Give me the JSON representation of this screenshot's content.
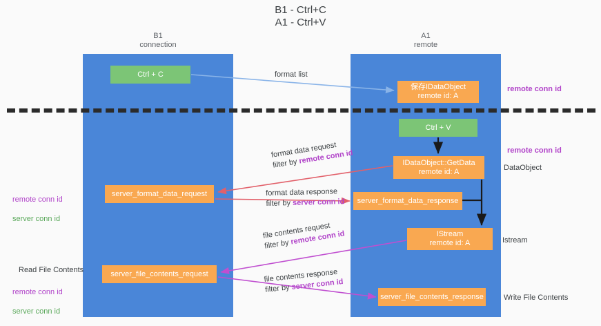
{
  "diagram": {
    "title": "B1 - Ctrl+C\nA1 - Ctrl+V",
    "lanes": [
      {
        "id": "b1",
        "header": "B1\nconnection",
        "color": "#4a86d8"
      },
      {
        "id": "a1",
        "header": "A1\nremote",
        "color": "#4a86d8"
      }
    ],
    "colors": {
      "lane": "#4a86d8",
      "green_node": "#7cc576",
      "orange_node": "#f9a851",
      "remote_conn_id": "#b144c9",
      "server_conn_id": "#5aa85a",
      "arrow_blue": "#8ab4e8",
      "arrow_red": "#e2606a",
      "arrow_magenta": "#c04fd0",
      "arrow_dark": "#1a1a1a",
      "divider": "#2b2b2b"
    },
    "nodes": [
      {
        "id": "ctrl_c",
        "label": "Ctrl + C",
        "style": "green"
      },
      {
        "id": "idataobject",
        "label": "保存IDataObject\nremote id: A",
        "style": "orange"
      },
      {
        "id": "ctrl_v",
        "label": "Ctrl + V",
        "style": "green"
      },
      {
        "id": "getdata",
        "label": "IDataObject::GetData\nremote id: A",
        "style": "orange"
      },
      {
        "id": "server_format_data_request",
        "label": "server_format_data_request",
        "style": "orange"
      },
      {
        "id": "server_format_data_response",
        "label": "server_format_data_response",
        "style": "orange"
      },
      {
        "id": "istream",
        "label": "IStream\nremote id: A",
        "style": "orange"
      },
      {
        "id": "server_file_contents_request",
        "label": "server_file_contents_request",
        "style": "orange"
      },
      {
        "id": "server_file_contents_response",
        "label": "server_file_contents_response",
        "style": "orange"
      }
    ],
    "edge_labels": {
      "format_list": "format list",
      "format_data_request": "format data request",
      "format_data_request_filter_prefix": "filter by ",
      "format_data_request_filter_key": "remote conn id",
      "format_data_response": "format data response",
      "format_data_response_filter_prefix": "filter by ",
      "format_data_response_filter_key": "server conn id",
      "file_contents_request": "file contents request",
      "file_contents_request_filter_prefix": "filter by ",
      "file_contents_request_filter_key": "remote conn id",
      "file_contents_response": "file contents response",
      "file_contents_response_filter_prefix": "filter by ",
      "file_contents_response_filter_key": "server conn id"
    },
    "annotations": {
      "right_remote_conn_id_1": "remote conn id",
      "right_remote_conn_id_2": "remote conn id",
      "dataobject": "DataObject",
      "istream": "Istream",
      "write_file_contents": "Write File Contents",
      "left_remote_conn_id_1": "remote conn id",
      "left_server_conn_id_1": "server conn id",
      "read_file_contents": "Read File Contents",
      "left_remote_conn_id_2": "remote conn id",
      "left_server_conn_id_2": "server conn id"
    }
  }
}
